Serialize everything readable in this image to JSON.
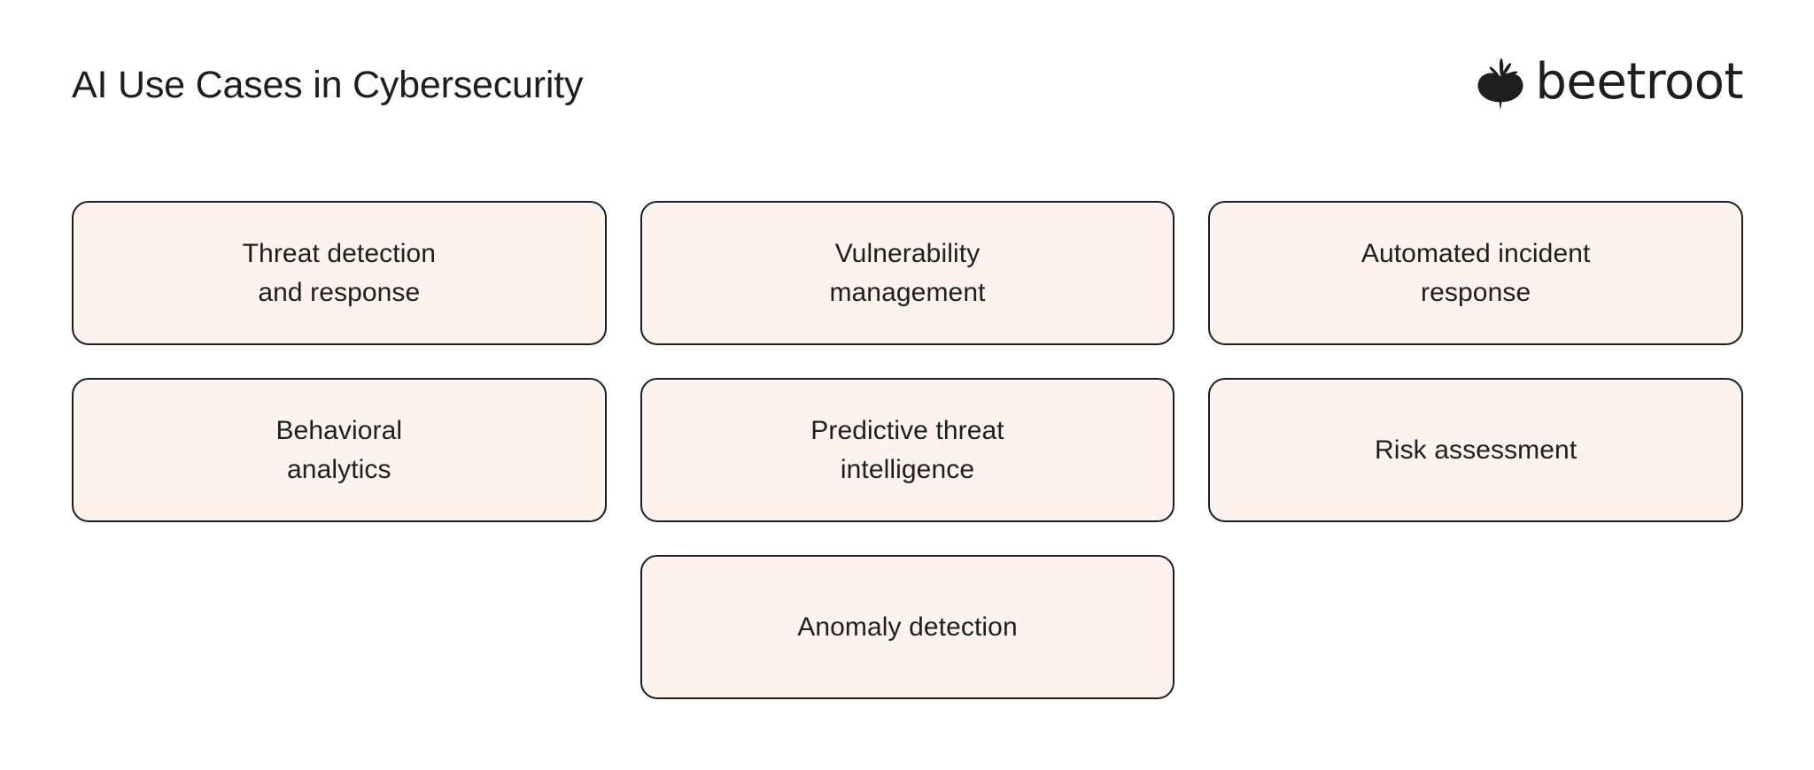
{
  "header": {
    "title": "AI Use Cases in Cybersecurity",
    "logo": {
      "wordmark": "beetroot",
      "mark_icon": "beetroot-icon"
    }
  },
  "theme": {
    "background": "#FFFFFF",
    "card_fill": "#FDF3EE",
    "card_border": "#1E1E1E",
    "text": "#1E1E1E"
  },
  "grid": {
    "rows": [
      {
        "cells": [
          {
            "label": "Threat detection\nand response",
            "empty": false
          },
          {
            "label": "Vulnerability\nmanagement",
            "empty": false
          },
          {
            "label": "Automated incident\nresponse",
            "empty": false
          }
        ]
      },
      {
        "cells": [
          {
            "label": "Behavioral\nanalytics",
            "empty": false
          },
          {
            "label": "Predictive threat\nintelligence",
            "empty": false
          },
          {
            "label": "Risk assessment",
            "empty": false
          }
        ]
      },
      {
        "cells": [
          {
            "label": "",
            "empty": true
          },
          {
            "label": "Anomaly detection",
            "empty": false
          },
          {
            "label": "",
            "empty": true
          }
        ]
      }
    ]
  }
}
